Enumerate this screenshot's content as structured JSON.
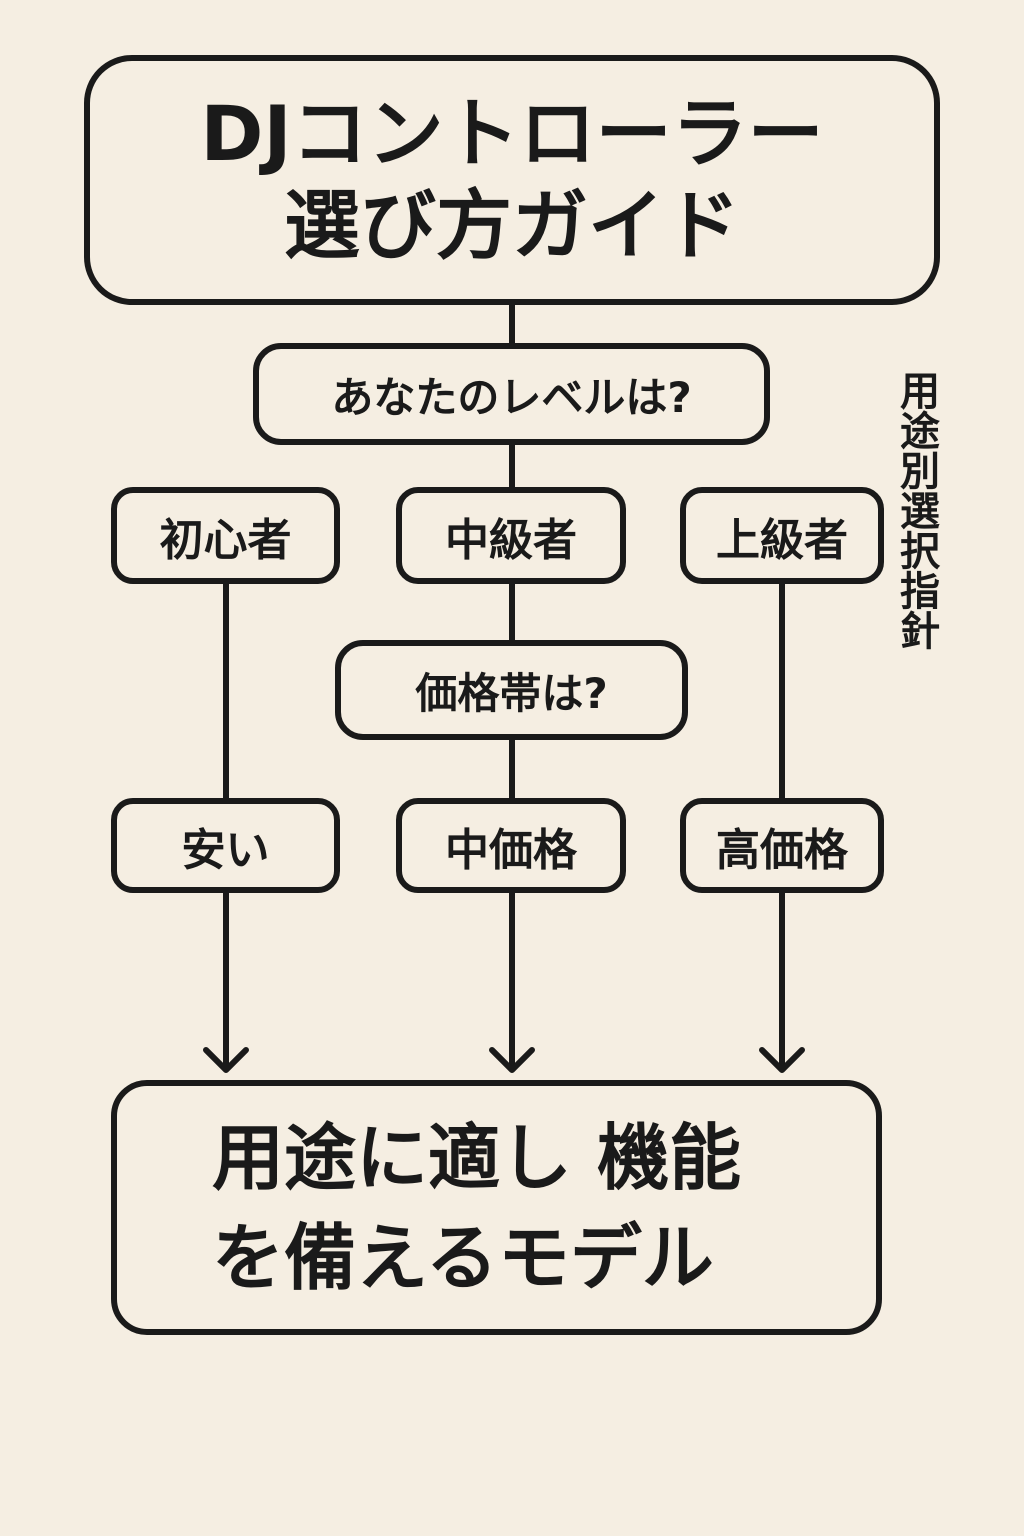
{
  "title": {
    "line1": "DJコントローラー",
    "line2": "選び方ガイド"
  },
  "question_level": "あなたのレベルは?",
  "levels": [
    "初心者",
    "中級者",
    "上級者"
  ],
  "question_price": "価格帯は?",
  "prices": [
    "安い",
    "中価格",
    "高価格"
  ],
  "result": {
    "line1": "用途に適し 機能",
    "line2": "を備えるモデル"
  },
  "side_label": "用途別選択指針",
  "colors": {
    "background": "#f5eee2",
    "ink": "#1a1a1a"
  }
}
